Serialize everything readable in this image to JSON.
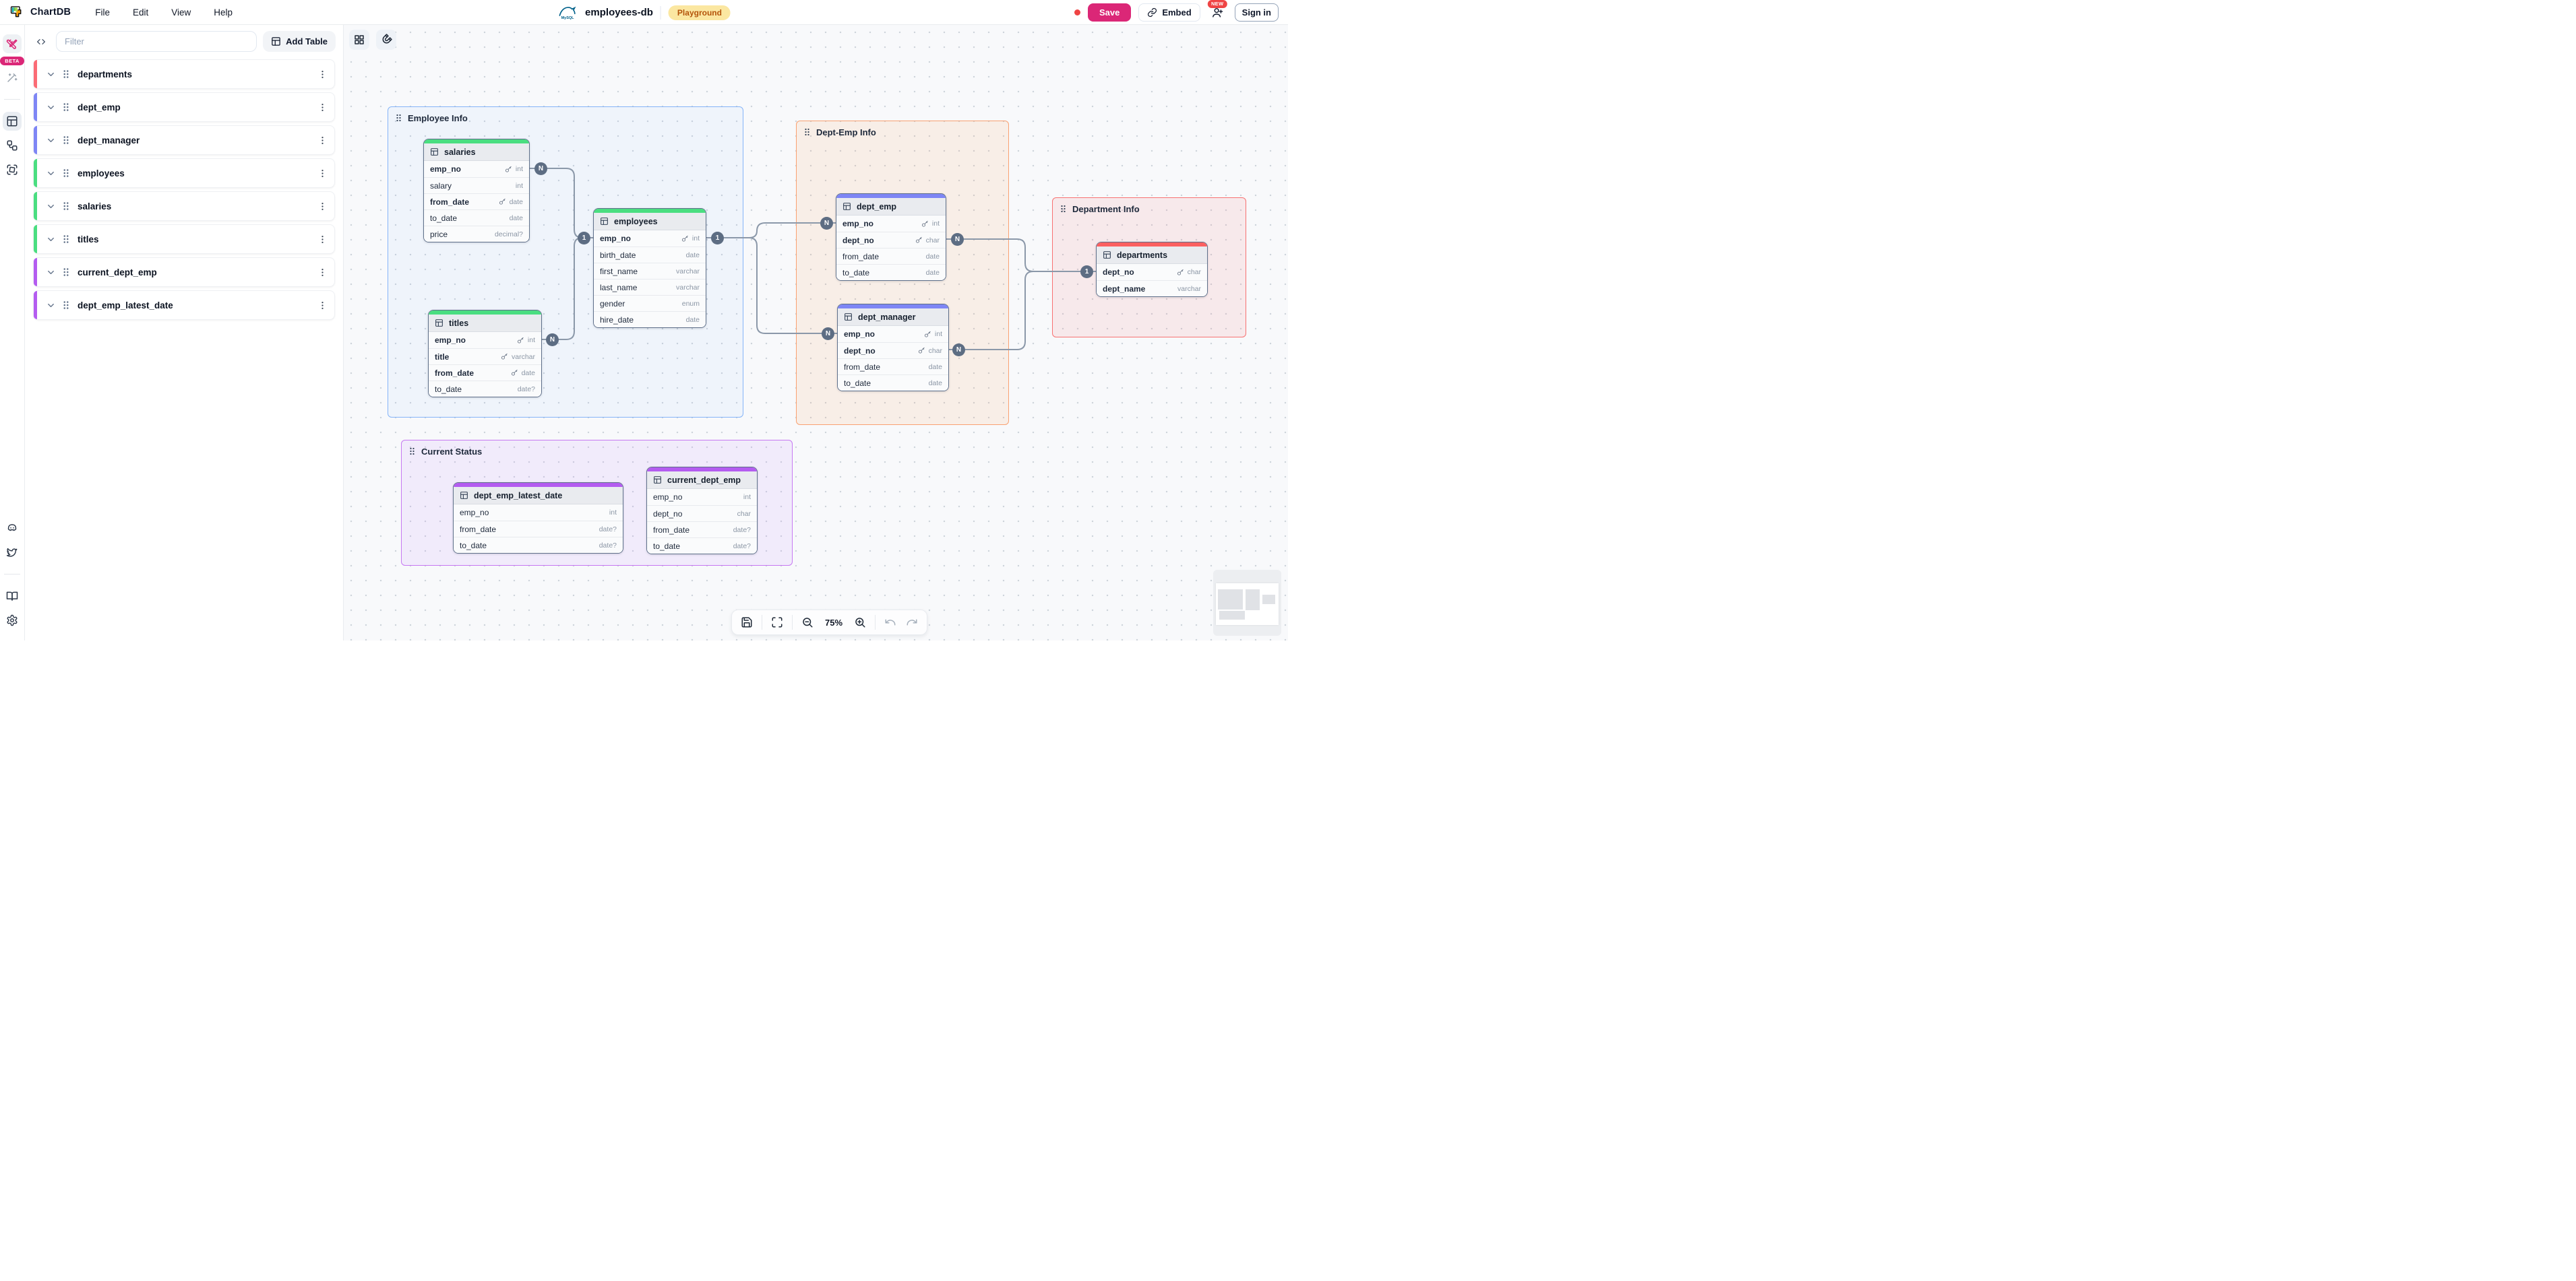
{
  "top_bar": {
    "app_name": "ChartDB",
    "menus": [
      {
        "label": "File"
      },
      {
        "label": "Edit"
      },
      {
        "label": "View"
      },
      {
        "label": "Help"
      }
    ],
    "database": {
      "engine_label": "MySQL"
    },
    "diagram_name": "employees-db",
    "environment_badge": "Playground",
    "unsaved_indicator_color": "#ef4444",
    "save_label": "Save",
    "save_color": "#db2777",
    "embed_label": "Embed",
    "new_badge": "NEW",
    "sign_in_label": "Sign in"
  },
  "icon_rail": {
    "beta_badge": "BETA"
  },
  "sidebar": {
    "filter_placeholder": "Filter",
    "add_table_label": "Add Table",
    "tables": [
      {
        "name": "departments",
        "color": "#fb6b75"
      },
      {
        "name": "dept_emp",
        "color": "#7e86f5"
      },
      {
        "name": "dept_manager",
        "color": "#7e86f5"
      },
      {
        "name": "employees",
        "color": "#4ade80"
      },
      {
        "name": "salaries",
        "color": "#4ade80"
      },
      {
        "name": "titles",
        "color": "#4ade80"
      },
      {
        "name": "current_dept_emp",
        "color": "#b45cf0"
      },
      {
        "name": "dept_emp_latest_date",
        "color": "#b45cf0"
      }
    ]
  },
  "canvas": {
    "areas": [
      {
        "name": "Employee Info",
        "color": "#85b4f8"
      },
      {
        "name": "Dept-Emp Info",
        "color": "#f9a171"
      },
      {
        "name": "Department Info",
        "color": "#f87171"
      },
      {
        "name": "Current Status",
        "color": "#c678f2"
      }
    ],
    "cardinality": {
      "one": "1",
      "many": "N"
    },
    "tables": {
      "salaries": {
        "name": "salaries",
        "accent": "#4ade80",
        "fields": [
          {
            "name": "emp_no",
            "type": "int",
            "key": true
          },
          {
            "name": "salary",
            "type": "int",
            "key": false
          },
          {
            "name": "from_date",
            "type": "date",
            "key": true
          },
          {
            "name": "to_date",
            "type": "date",
            "key": false
          },
          {
            "name": "price",
            "type": "decimal?",
            "key": false
          }
        ]
      },
      "employees": {
        "name": "employees",
        "accent": "#4ade80",
        "fields": [
          {
            "name": "emp_no",
            "type": "int",
            "key": true
          },
          {
            "name": "birth_date",
            "type": "date",
            "key": false
          },
          {
            "name": "first_name",
            "type": "varchar",
            "key": false
          },
          {
            "name": "last_name",
            "type": "varchar",
            "key": false
          },
          {
            "name": "gender",
            "type": "enum",
            "key": false
          },
          {
            "name": "hire_date",
            "type": "date",
            "key": false
          }
        ]
      },
      "titles": {
        "name": "titles",
        "accent": "#4ade80",
        "fields": [
          {
            "name": "emp_no",
            "type": "int",
            "key": true
          },
          {
            "name": "title",
            "type": "varchar",
            "key": true
          },
          {
            "name": "from_date",
            "type": "date",
            "key": true
          },
          {
            "name": "to_date",
            "type": "date?",
            "key": false
          }
        ]
      },
      "dept_emp": {
        "name": "dept_emp",
        "accent": "#7e86f5",
        "fields": [
          {
            "name": "emp_no",
            "type": "int",
            "key": true
          },
          {
            "name": "dept_no",
            "type": "char",
            "key": true
          },
          {
            "name": "from_date",
            "type": "date",
            "key": false
          },
          {
            "name": "to_date",
            "type": "date",
            "key": false
          }
        ]
      },
      "dept_manager": {
        "name": "dept_manager",
        "accent": "#7e86f5",
        "fields": [
          {
            "name": "emp_no",
            "type": "int",
            "key": true
          },
          {
            "name": "dept_no",
            "type": "char",
            "key": true
          },
          {
            "name": "from_date",
            "type": "date",
            "key": false
          },
          {
            "name": "to_date",
            "type": "date",
            "key": false
          }
        ]
      },
      "departments": {
        "name": "departments",
        "accent": "#fb6060",
        "fields": [
          {
            "name": "dept_no",
            "type": "char",
            "key": true
          },
          {
            "name": "dept_name",
            "type": "varchar",
            "key": false
          }
        ]
      },
      "dept_emp_latest_date": {
        "name": "dept_emp_latest_date",
        "accent": "#b45cf0",
        "fields": [
          {
            "name": "emp_no",
            "type": "int",
            "key": false
          },
          {
            "name": "from_date",
            "type": "date?",
            "key": false
          },
          {
            "name": "to_date",
            "type": "date?",
            "key": false
          }
        ]
      },
      "current_dept_emp": {
        "name": "current_dept_emp",
        "accent": "#b45cf0",
        "fields": [
          {
            "name": "emp_no",
            "type": "int",
            "key": false
          },
          {
            "name": "dept_no",
            "type": "char",
            "key": false
          },
          {
            "name": "from_date",
            "type": "date?",
            "key": false
          },
          {
            "name": "to_date",
            "type": "date?",
            "key": false
          }
        ]
      }
    }
  },
  "toolbar": {
    "zoom_level": "75%"
  }
}
